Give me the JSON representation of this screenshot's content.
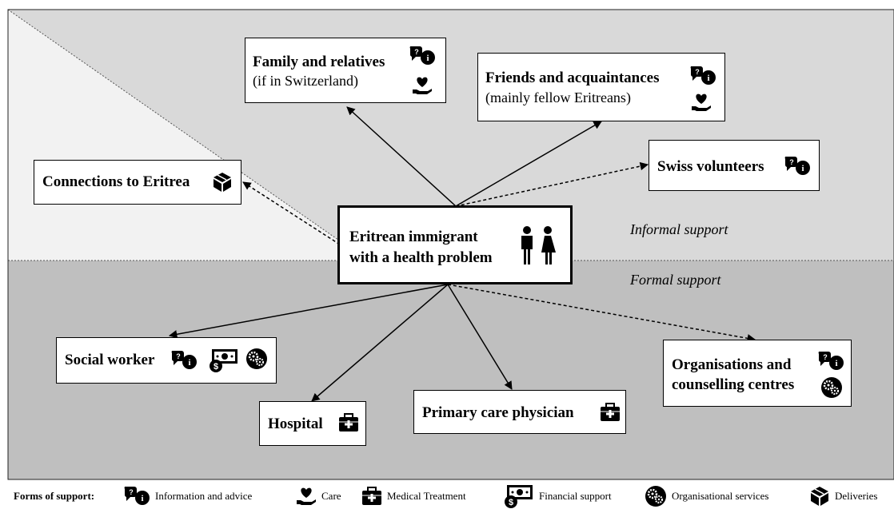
{
  "center": {
    "line1": "Eritrean immigrant",
    "line2": "with a health problem"
  },
  "zones": {
    "informal": "Informal support",
    "formal": "Formal support"
  },
  "nodes": {
    "family": {
      "title": "Family and relatives",
      "subtitle": "(if in Switzerland)",
      "support": [
        "Information and advice",
        "Care"
      ],
      "link": "solid"
    },
    "friends": {
      "title": "Friends and acquaintances",
      "subtitle": "(mainly fellow Eritreans)",
      "support": [
        "Information and advice",
        "Care"
      ],
      "link": "solid"
    },
    "eritrea": {
      "title": "Connections to Eritrea",
      "support": [
        "Deliveries"
      ],
      "link": "dashed"
    },
    "volunteers": {
      "title": "Swiss volunteers",
      "support": [
        "Information and advice"
      ],
      "link": "dashed"
    },
    "social": {
      "title": "Social worker",
      "support": [
        "Information and advice",
        "Financial support",
        "Organisational services"
      ],
      "link": "solid"
    },
    "hospital": {
      "title": "Hospital",
      "support": [
        "Medical Treatment"
      ],
      "link": "solid"
    },
    "physician": {
      "title": "Primary care physician",
      "support": [
        "Medical Treatment"
      ],
      "link": "solid"
    },
    "organisations": {
      "title": "Organisations and",
      "title2": "counselling centres",
      "support": [
        "Information and advice",
        "Organisational services"
      ],
      "link": "dashed"
    }
  },
  "legend": {
    "title": "Forms of support:",
    "items": [
      {
        "label": "Information and advice",
        "icon": "info-advice-icon"
      },
      {
        "label": "Care",
        "icon": "care-icon"
      },
      {
        "label": "Medical Treatment",
        "icon": "medical-kit-icon"
      },
      {
        "label": "Financial support",
        "icon": "money-icon"
      },
      {
        "label": "Organisational services",
        "icon": "gears-icon"
      },
      {
        "label": "Deliveries",
        "icon": "package-icon"
      }
    ]
  },
  "colors": {
    "upper_bg": "#d9d9d9",
    "triangle_bg": "#f2f2f2",
    "lower_bg": "#bfbfbf",
    "border": "#000000"
  }
}
